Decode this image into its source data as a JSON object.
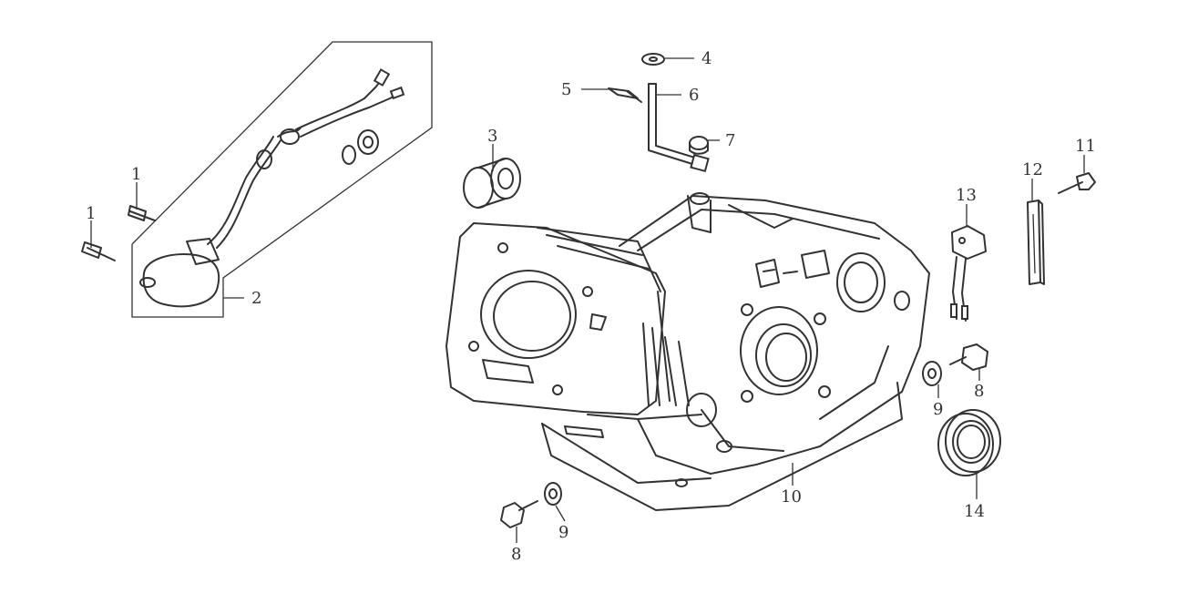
{
  "diagram": {
    "callouts": [
      {
        "id": "p1a",
        "label": "1"
      },
      {
        "id": "p1b",
        "label": "1"
      },
      {
        "id": "p2",
        "label": "2"
      },
      {
        "id": "p3",
        "label": "3"
      },
      {
        "id": "p4",
        "label": "4"
      },
      {
        "id": "p5",
        "label": "5"
      },
      {
        "id": "p6",
        "label": "6"
      },
      {
        "id": "p7",
        "label": "7"
      },
      {
        "id": "p8a",
        "label": "8"
      },
      {
        "id": "p9a",
        "label": "9"
      },
      {
        "id": "p8b",
        "label": "8"
      },
      {
        "id": "p9b",
        "label": "9"
      },
      {
        "id": "p10",
        "label": "10"
      },
      {
        "id": "p11",
        "label": "11"
      },
      {
        "id": "p12",
        "label": "12"
      },
      {
        "id": "p13",
        "label": "13"
      },
      {
        "id": "p14",
        "label": "14"
      }
    ]
  }
}
